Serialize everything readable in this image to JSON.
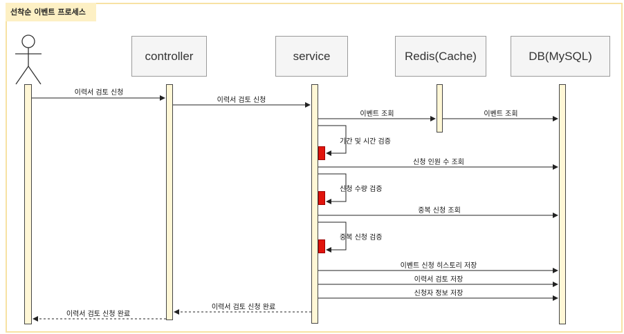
{
  "title": "선착순 이벤트 프로세스",
  "participants": {
    "controller": "controller",
    "service": "service",
    "redis": "Redis(Cache)",
    "db": "DB(MySQL)"
  },
  "messages": {
    "m1": "이력서 검토 신청",
    "m2": "이력서 검토 신청",
    "m3": "이벤트 조회",
    "m4": "이벤트 조회",
    "m5": "기간 및 시간 검증",
    "m6": "신청 인원 수 조회",
    "m7": "신청 수량 검증",
    "m8": "중복 신청 조회",
    "m9": "중복 신청 검증",
    "m10": "이벤트 신청 히스토리 저장",
    "m11": "이력서 검토 저장",
    "m12": "신청자 정보 저장",
    "m13": "이력서 검토 신청 완료",
    "m14": "이력서 검토 신청 완료"
  },
  "colors": {
    "frame": "#f7e2a3",
    "title_bg": "#fdf0c4",
    "activation": "#fff7d6",
    "validation": "#e1140c",
    "participant_bg": "#f5f5f5"
  }
}
